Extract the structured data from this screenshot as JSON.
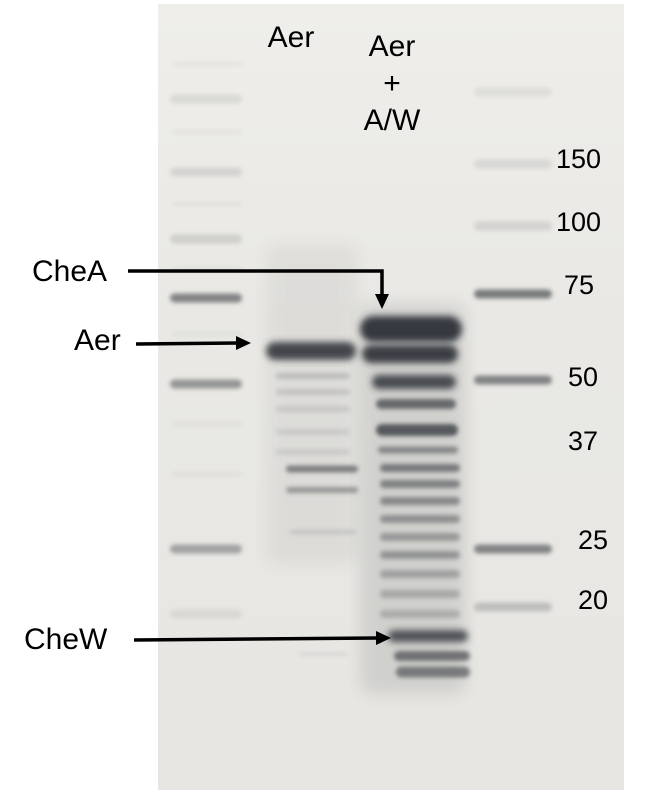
{
  "lanes": [
    {
      "id": "ladder_left"
    },
    {
      "id": "aer",
      "header_lines": [
        "Aer"
      ]
    },
    {
      "id": "aer_aw",
      "header_lines": [
        "Aer",
        "+",
        "A/W"
      ]
    },
    {
      "id": "ladder_right"
    }
  ],
  "mw_markers": [
    "150",
    "100",
    "75",
    "50",
    "37",
    "25",
    "20"
  ],
  "annotations": {
    "chea": "CheA",
    "aer": "Aer",
    "chew": "CheW"
  },
  "colors": {
    "gel_background": "#ebeae6",
    "band": "#2f3338",
    "arrow": "#000000"
  }
}
